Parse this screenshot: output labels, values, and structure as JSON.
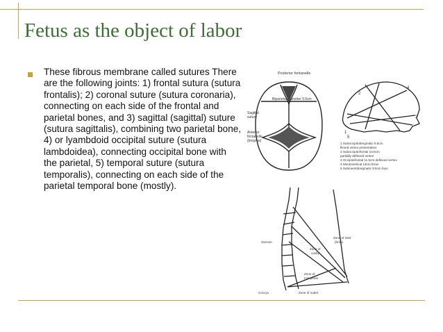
{
  "title": "Fetus as the object of labor",
  "bullet_text": "These fibrous membrane called sutures There are the following joints: 1) frontal sutura (sutura frontalis); 2) coronal suture (sutura coronaria), connecting on each side of the frontal and parietal bones, and 3) sagittal (sagittal) suture (sutura sagittalis), combining two parietal bone, 4) or lyambdoid occipital suture (sutura lambdoidea), connecting occipital bone with the parietal, 5) temporal suture (sutura temporalis), connecting on each side of the parietal temporal bone (mostly).",
  "colors": {
    "title": "#3e6e35",
    "accent": "#c9a33a",
    "text": "#111111"
  },
  "fig_skull_top": {
    "posterior_label": "Posterior fontanelle",
    "biparietal_label": "Biparietal diameter 9.5cm",
    "sagittal_label_1": "Sagittal",
    "sagittal_label_2": "suture",
    "anterior_label_1": "Anterior",
    "anterior_label_2": "fontanelle",
    "anterior_label_3": "(bregma)"
  },
  "fig_skull_side": {
    "numbers": [
      "1",
      "2",
      "3",
      "4",
      "5"
    ],
    "legend": [
      "1  Suboccipitobregmatic 9.5cm",
      "    flexed vertex presentation",
      "2  Suboccipitofrontal 10.5cm",
      "    partially deflexed vertex",
      "3  Occipitofrontal 11.5cm deflexed vertex",
      "4  Mentovertical 13cm brow",
      "5  Submentobregmatic 9.5cm face"
    ]
  },
  "fig_pelvis": {
    "inlet_label_1": "Zone of inlet",
    "inlet_label_2": "(brim)",
    "sacrum_label": "Sacrum",
    "cavity_label_1": "Zone of",
    "cavity_label_2": "cavity",
    "midpelvis_label_1": "Zone of",
    "midpelvis_label_2": "mid pelvis",
    "coccyx_label": "Coccyx",
    "outlet_label": "Zone of outlet"
  }
}
